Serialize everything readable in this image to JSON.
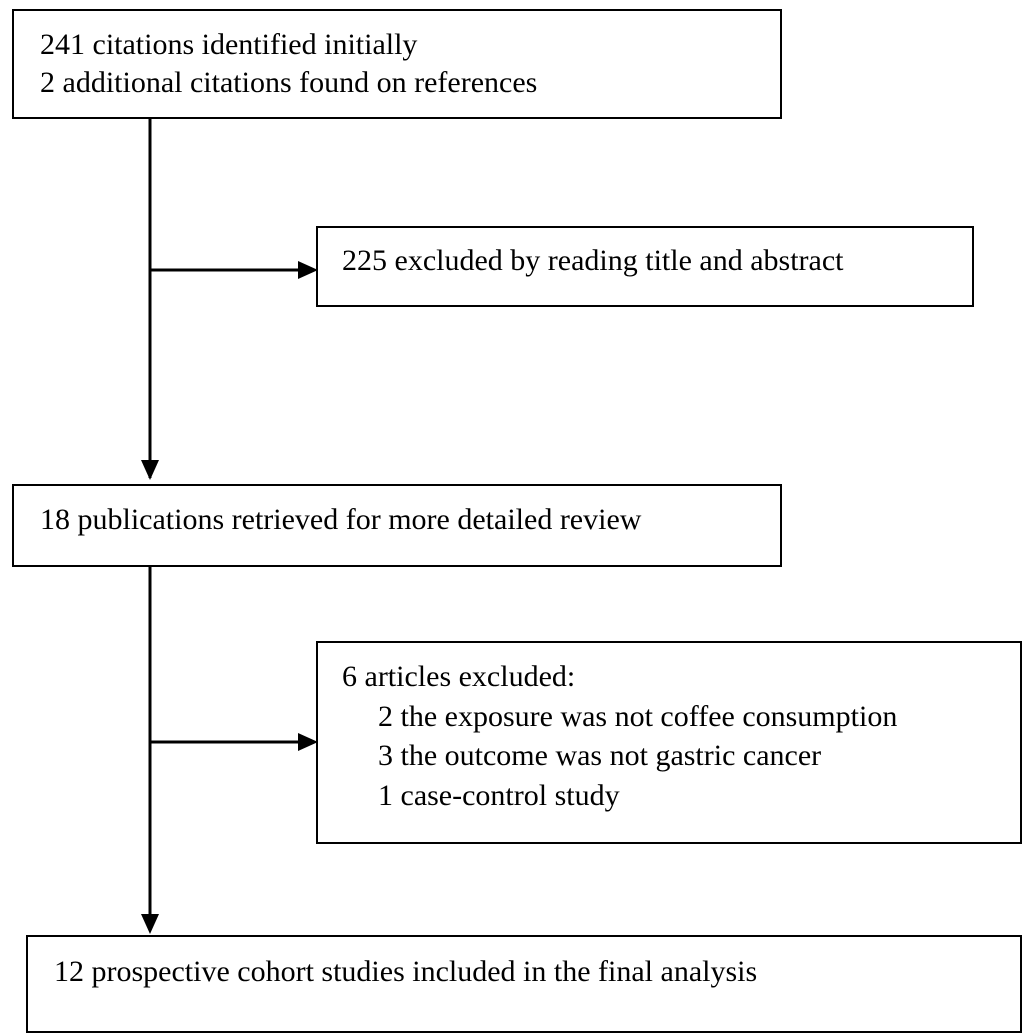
{
  "flowchart": {
    "identification": {
      "line1": "241 citations identified initially",
      "line2": "2 additional citations found on references"
    },
    "exclusion_title_abstract": {
      "text": "225 excluded by reading title and abstract"
    },
    "retrieved": {
      "text": "18 publications retrieved for more detailed review"
    },
    "exclusion_articles": {
      "heading": "6 articles excluded:",
      "reasons": [
        "2 the exposure was not coffee consumption",
        "3 the outcome was not gastric cancer",
        "1 case-control study"
      ]
    },
    "included": {
      "text": "12 prospective cohort studies included in the final analysis"
    }
  }
}
